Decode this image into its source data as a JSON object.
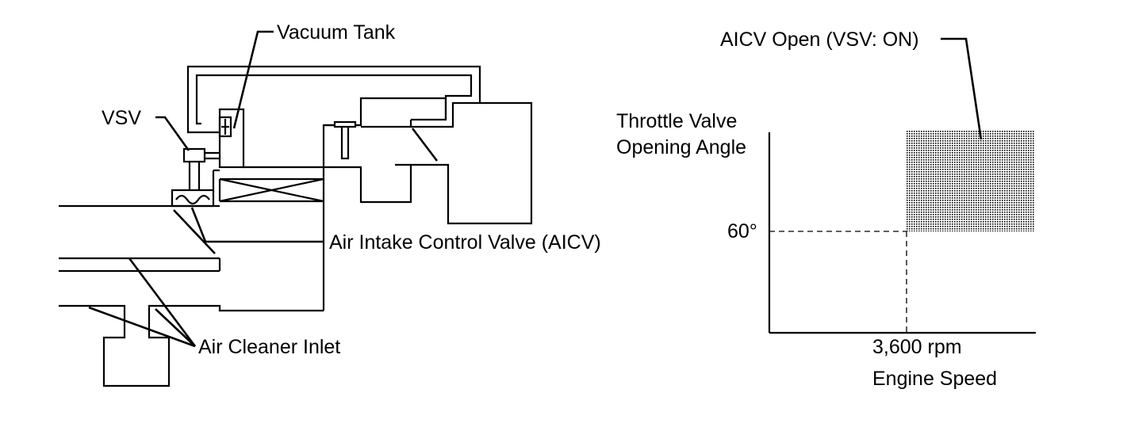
{
  "labels": {
    "vacuum_tank": "Vacuum Tank",
    "vsv": "VSV",
    "aicv": "Air Intake Control Valve (AICV)",
    "air_cleaner_inlet": "Air Cleaner Inlet"
  },
  "graph": {
    "open_region_label": "AICV Open (VSV: ON)",
    "y_label_line1": "Throttle Valve",
    "y_label_line2": "Opening Angle",
    "x_label": "Engine Speed",
    "y_threshold": "60°",
    "x_threshold": "3,600 rpm"
  },
  "colors": {
    "line": "#000000",
    "background": "#ffffff"
  }
}
